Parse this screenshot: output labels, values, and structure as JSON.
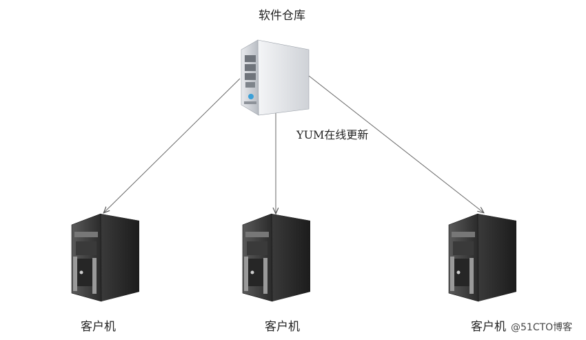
{
  "nodes": {
    "repository": {
      "label": "软件仓库"
    },
    "clients": [
      {
        "label": "客户机"
      },
      {
        "label": "客户机"
      },
      {
        "label": "客户机"
      }
    ]
  },
  "edge_label": "YUM在线更新",
  "watermark": "@51CTO博客",
  "colors": {
    "arrow": "#555555",
    "server_body": "#c9ccd2",
    "client_body": "#2b2b2b"
  }
}
